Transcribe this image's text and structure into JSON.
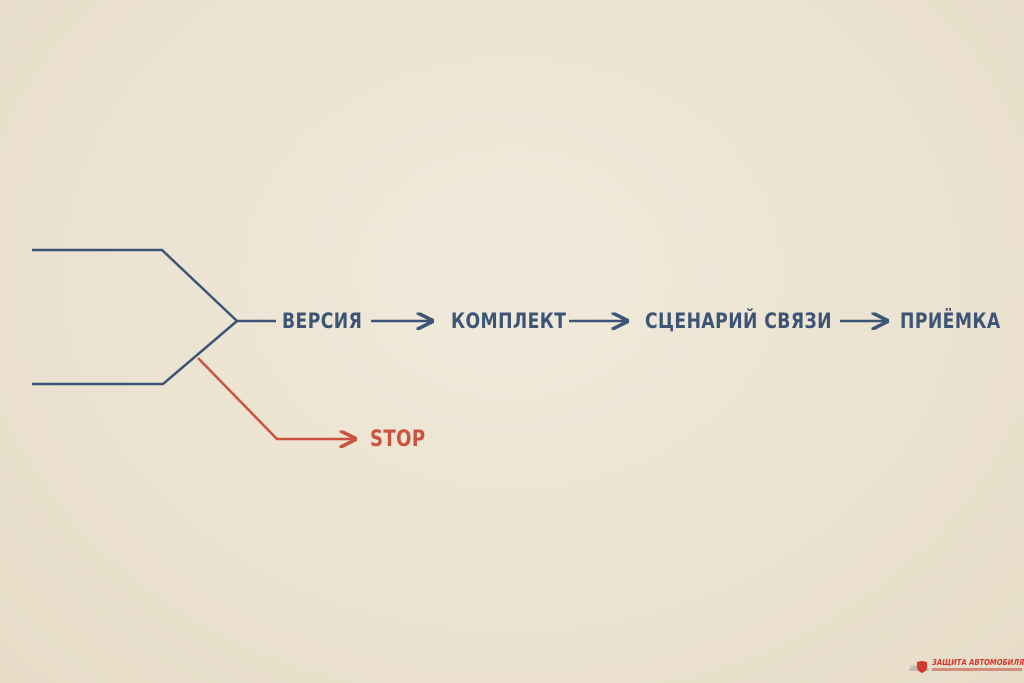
{
  "diagram": {
    "nodes": [
      {
        "id": "version",
        "label": "ВЕРСИЯ"
      },
      {
        "id": "kit",
        "label": "КОМПЛЕКТ"
      },
      {
        "id": "scenario",
        "label": "СЦЕНАРИЙ СВЯЗИ"
      },
      {
        "id": "acceptance",
        "label": "ПРИЁМКА"
      },
      {
        "id": "stop",
        "label": "STOP"
      }
    ],
    "edges": [
      {
        "from": "version",
        "to": "kit"
      },
      {
        "from": "kit",
        "to": "scenario"
      },
      {
        "from": "scenario",
        "to": "acceptance"
      },
      {
        "from": "branch",
        "to": "stop"
      }
    ]
  },
  "colors": {
    "main": "#3c5576",
    "stop": "#c9533e",
    "background": "#ede5d3"
  },
  "logo": {
    "brand": "ЗАЩИТА АВТОМОБИЛЯ",
    "icon": "car-shield-icon"
  }
}
